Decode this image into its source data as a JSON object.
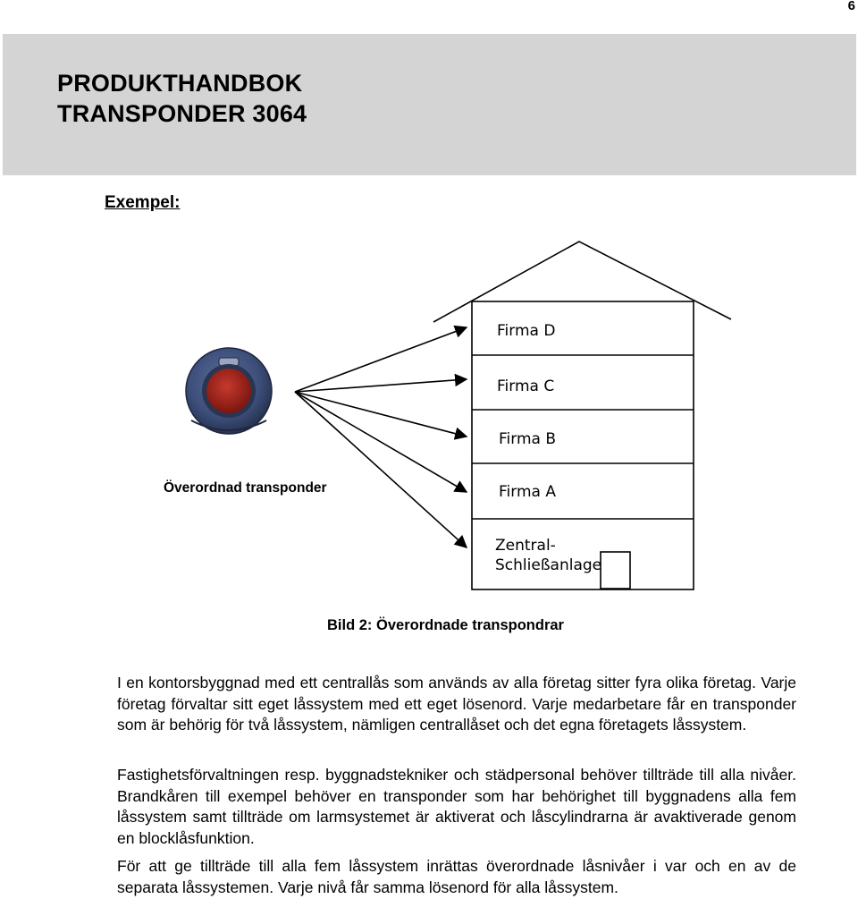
{
  "page": {
    "number": "6"
  },
  "header": {
    "title_line1": "PRODUKTHANDBOK",
    "title_line2": "TRANSPONDER 3064"
  },
  "section": {
    "label": "Exempel:"
  },
  "figure": {
    "fob_caption": "Överordnad transponder",
    "floors": [
      {
        "label": "Firma D"
      },
      {
        "label": "Firma C"
      },
      {
        "label": "Firma B"
      },
      {
        "label": "Firma A"
      }
    ],
    "central_lines": [
      "Zentral-",
      "Schließanlage"
    ],
    "caption": "Bild 2: Överordnade transpondrar",
    "colors": {
      "fob_body": "#3b4d78",
      "fob_button": "#a8231a",
      "lines": "#000000"
    }
  },
  "body": {
    "p1": "I en kontorsbyggnad med ett centrallås som används av alla företag sitter fyra olika företag. Varje företag förvaltar sitt eget låssystem med ett eget lösenord. Varje medarbetare får en transponder som är behörig för två låssystem, nämligen centrallåset och det egna företagets låssystem.",
    "p2": "Fastighetsförvaltningen resp. byggnadstekniker och städpersonal behöver tillträde till alla nivåer. Brandkåren till exempel behöver en transponder som har behörighet till byggnadens alla fem låssystem samt tillträde om larmsystemet är aktiverat och låscylindrarna är avaktiverade genom en blocklåsfunktion.",
    "p3": "För att ge tillträde till alla fem låssystem inrättas överordnade låsnivåer i var och en av de separata låssystemen. Varje nivå får samma lösenord för alla låssystem."
  }
}
